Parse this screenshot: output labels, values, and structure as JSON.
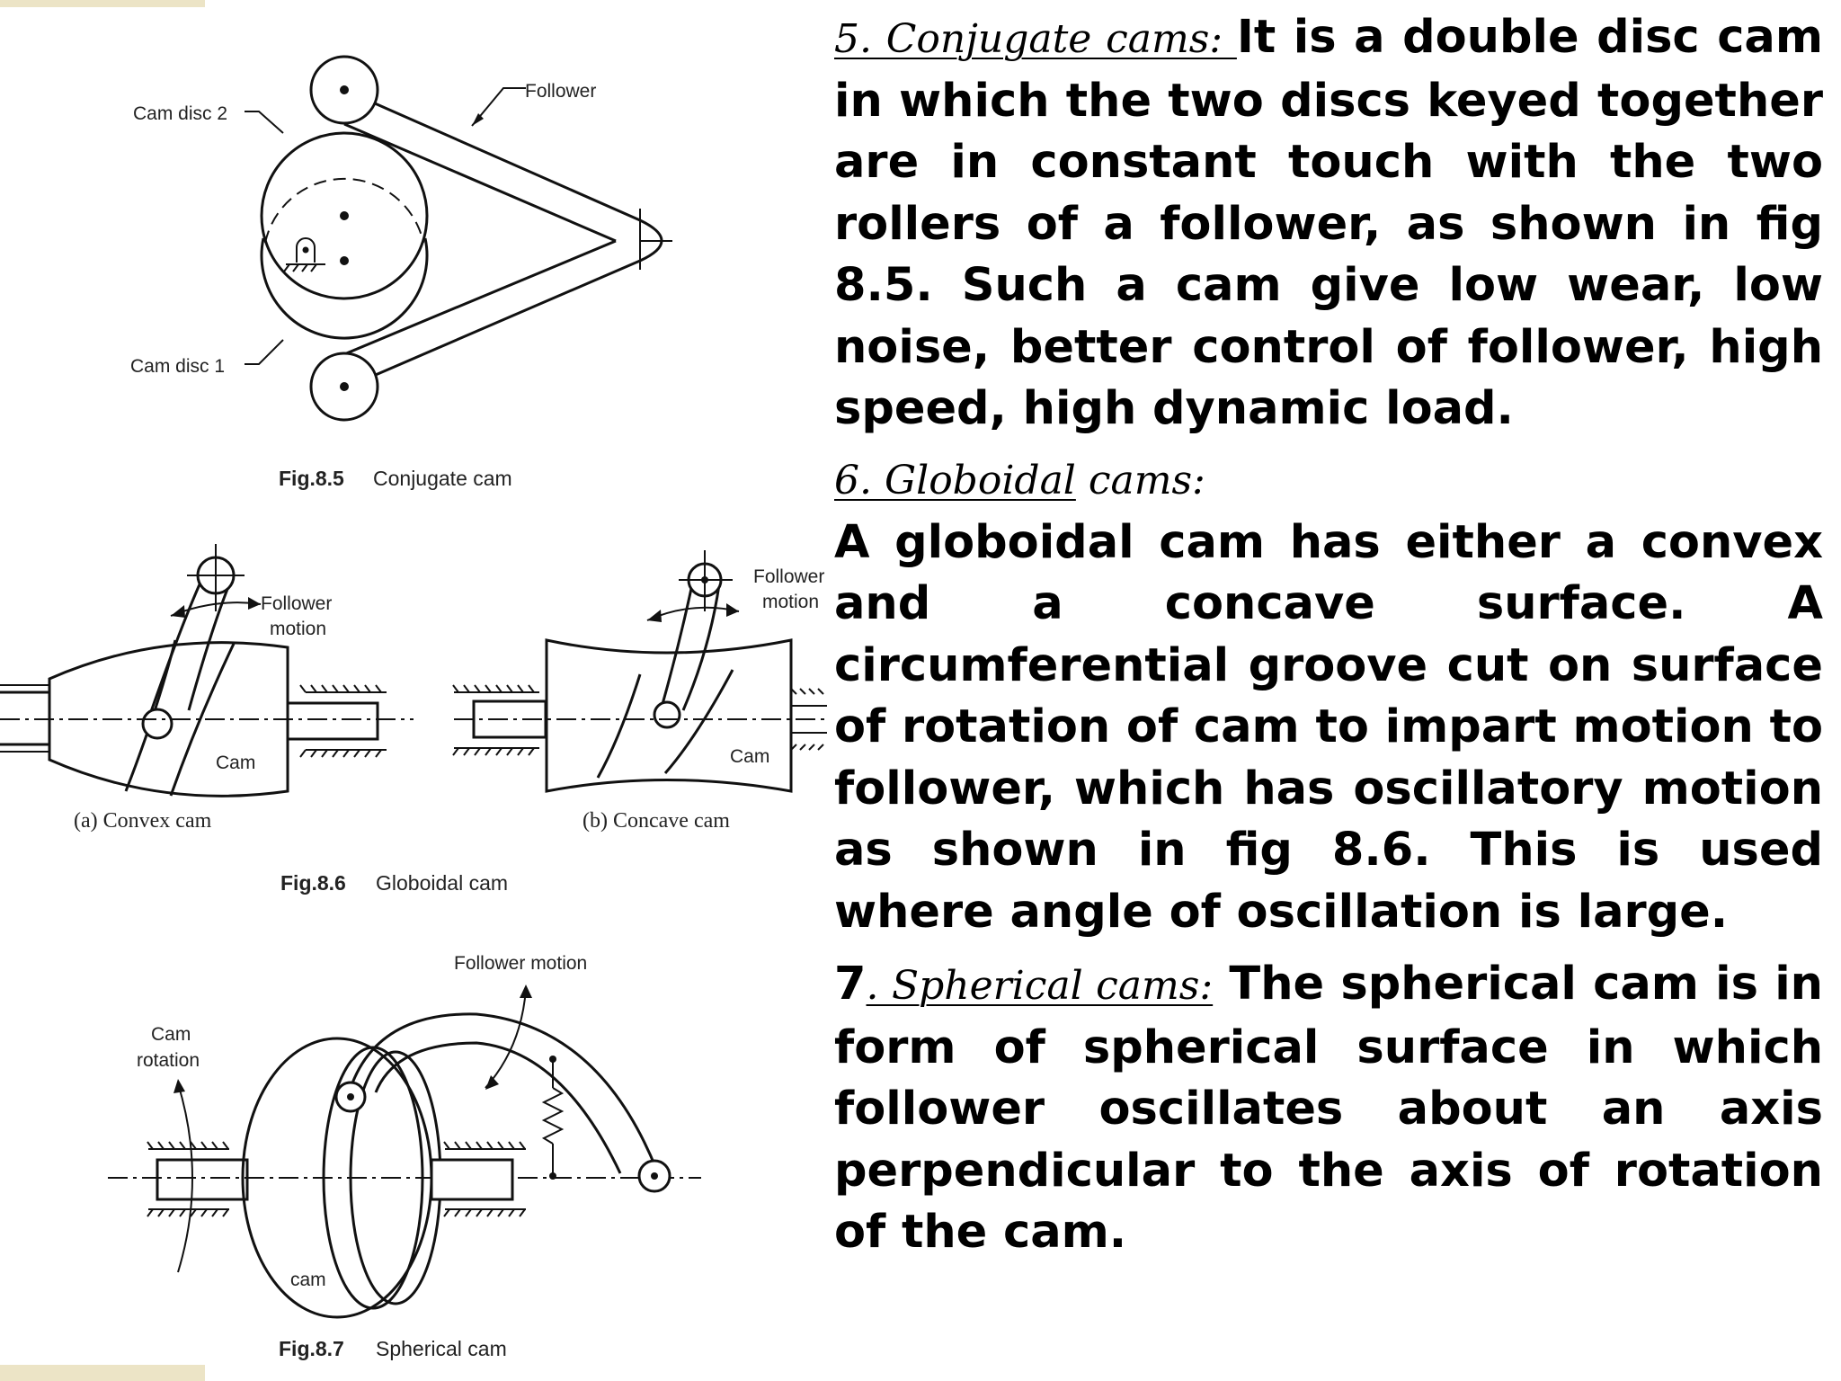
{
  "fig85": {
    "label_cam_disc2": "Cam disc 2",
    "label_cam_disc1": "Cam disc 1",
    "label_follower": "Follower",
    "caption_num": "Fig.8.5",
    "caption_text": "Conjugate cam"
  },
  "fig86": {
    "label_follower_motion_a_1": "Follower",
    "label_follower_motion_a_2": "motion",
    "label_follower_motion_b_1": "Follower",
    "label_follower_motion_b_2": "motion",
    "label_cam_a": "Cam",
    "label_cam_b": "Cam",
    "sub_a": "(a) Convex cam",
    "sub_b": "(b) Concave cam",
    "caption_num": "Fig.8.6",
    "caption_text": "Globoidal cam"
  },
  "fig87": {
    "label_follower_motion": "Follower motion",
    "label_cam_rotation_1": "Cam",
    "label_cam_rotation_2": "rotation",
    "label_cam": "cam",
    "caption_num": "Fig.8.7",
    "caption_text": "Spherical cam"
  },
  "text": {
    "s5_heading": "5. Conjugate cams: ",
    "s5_body": "It is a double disc cam in which the two discs keyed together are in constant touch with the two rollers of a follower, as shown in fig 8.5. Such a cam give low wear, low noise, better control of follower, high speed, high dynamic load.",
    "s6_heading_part1": "6. Globoidal",
    "s6_heading_part2": " cams:",
    "s6_body": "A globoidal cam has either a convex and a concave surface. A circumferential groove cut on surface of rotation of cam to impart motion to follower, which has oscillatory motion as shown in fig 8.6. This is used where angle of oscillation is large.",
    "s7_number": "7",
    "s7_heading": ". Spherical cams:",
    "s7_body": " The spherical cam is in form of spherical surface in which follower oscillates about an axis perpendicular to the axis of rotation of the cam."
  }
}
